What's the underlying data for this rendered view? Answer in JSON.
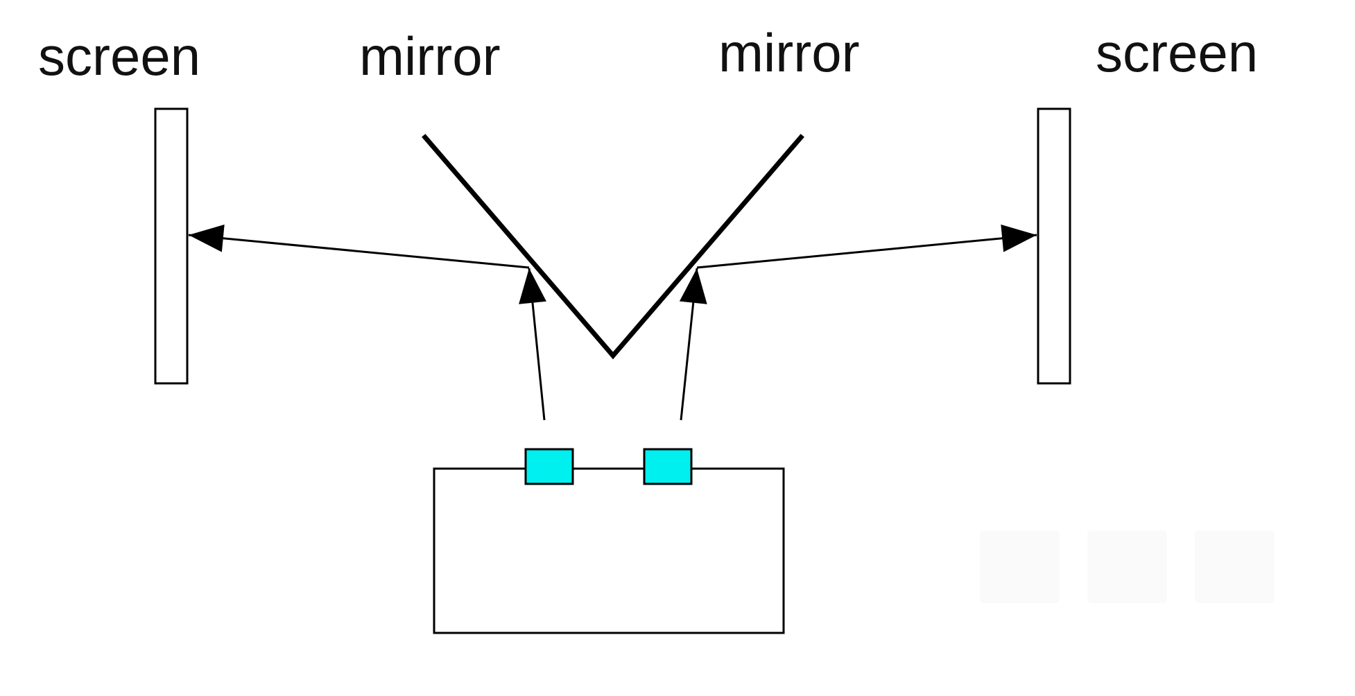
{
  "labels": {
    "screen_left": "screen",
    "mirror_left": "mirror",
    "mirror_right": "mirror",
    "screen_right": "screen"
  },
  "colors": {
    "source_window": "#00f0f0",
    "stroke": "#000000",
    "text": "#111111"
  }
}
